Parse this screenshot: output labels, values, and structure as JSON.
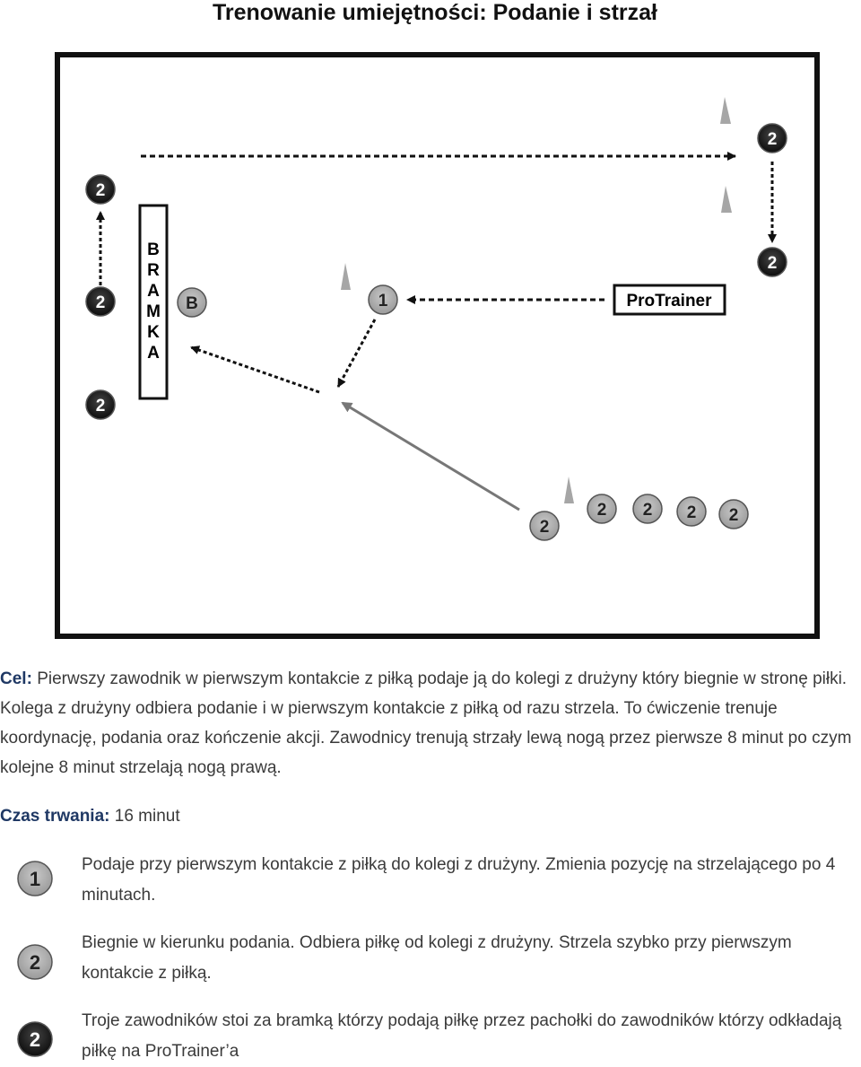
{
  "title": "Trenowanie umiejętności: Podanie i strzał",
  "diagram": {
    "goal_letters": [
      "B",
      "R",
      "A",
      "M",
      "K",
      "A"
    ],
    "protrainer_label": "ProTrainer",
    "ball_label": "B",
    "player1_label": "1",
    "player2_label": "2"
  },
  "description": {
    "label": "Cel:",
    "text": "Pierwszy zawodnik w pierwszym kontakcie z piłką podaje ją do kolegi z drużyny który biegnie w stronę piłki. Kolega z drużyny odbiera podanie i w pierwszym kontakcie z piłką od razu strzela. To ćwiczenie trenuje koordynację, podania oraz kończenie akcji. Zawodnicy trenują strzały lewą nogą przez pierwsze 8 minut po czym kolejne 8 minut strzelają nogą prawą."
  },
  "duration": {
    "label": "Czas trwania:",
    "value": "16 minut"
  },
  "legend": [
    {
      "icon_label": "1",
      "text": "Podaje przy pierwszym kontakcie z piłką do kolegi z drużyny. Zmienia pozycję na strzelającego po 4 minutach."
    },
    {
      "icon_label": "2",
      "text": "Biegnie w kierunku podania. Odbiera piłkę od kolegi z drużyny. Strzela szybko przy pierwszym kontakcie z piłką."
    },
    {
      "icon_label": "2",
      "text": "Troje zawodników stoi za bramką którzy podają piłkę przez pachołki do zawodników którzy odkładają piłkę na ProTrainer’a"
    }
  ],
  "colors": {
    "dark_player": "#1a1a1a",
    "gray_player": "#a6a6a6",
    "cone": "#a6a6a6",
    "label_blue": "#1f3864"
  }
}
